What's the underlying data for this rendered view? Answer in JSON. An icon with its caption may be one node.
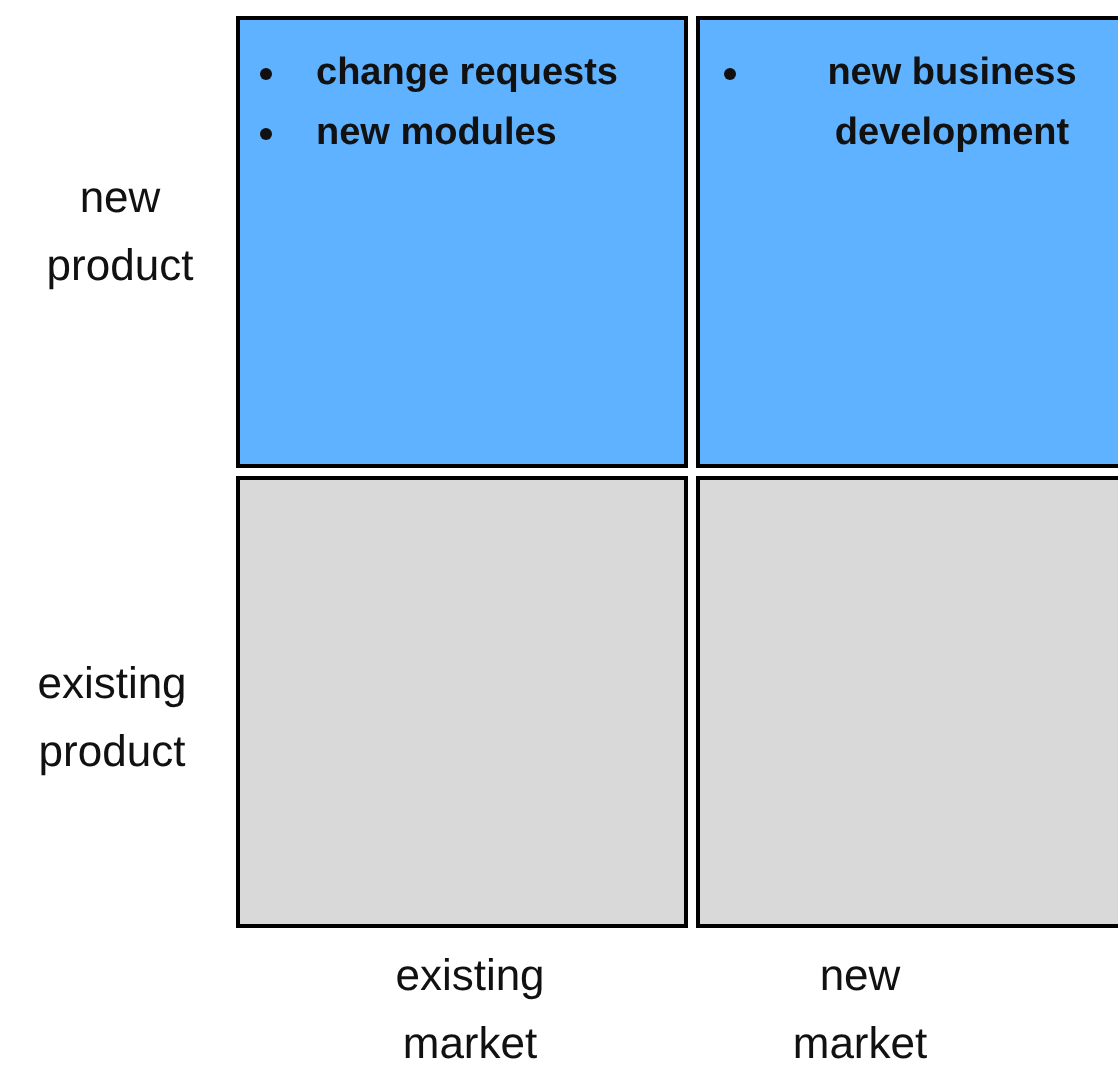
{
  "diagram": {
    "nodes": [
      {
        "text": [
          "change requests",
          "new modules"
        ]
      },
      {
        "text": [
          "new business development"
        ]
      },
      {
        "text": [],
        "shape": "box"
      },
      {
        "text": [],
        "shape": "box"
      }
    ],
    "labels": [
      "new product",
      "existing product",
      "existing market",
      "new market"
    ]
  }
}
